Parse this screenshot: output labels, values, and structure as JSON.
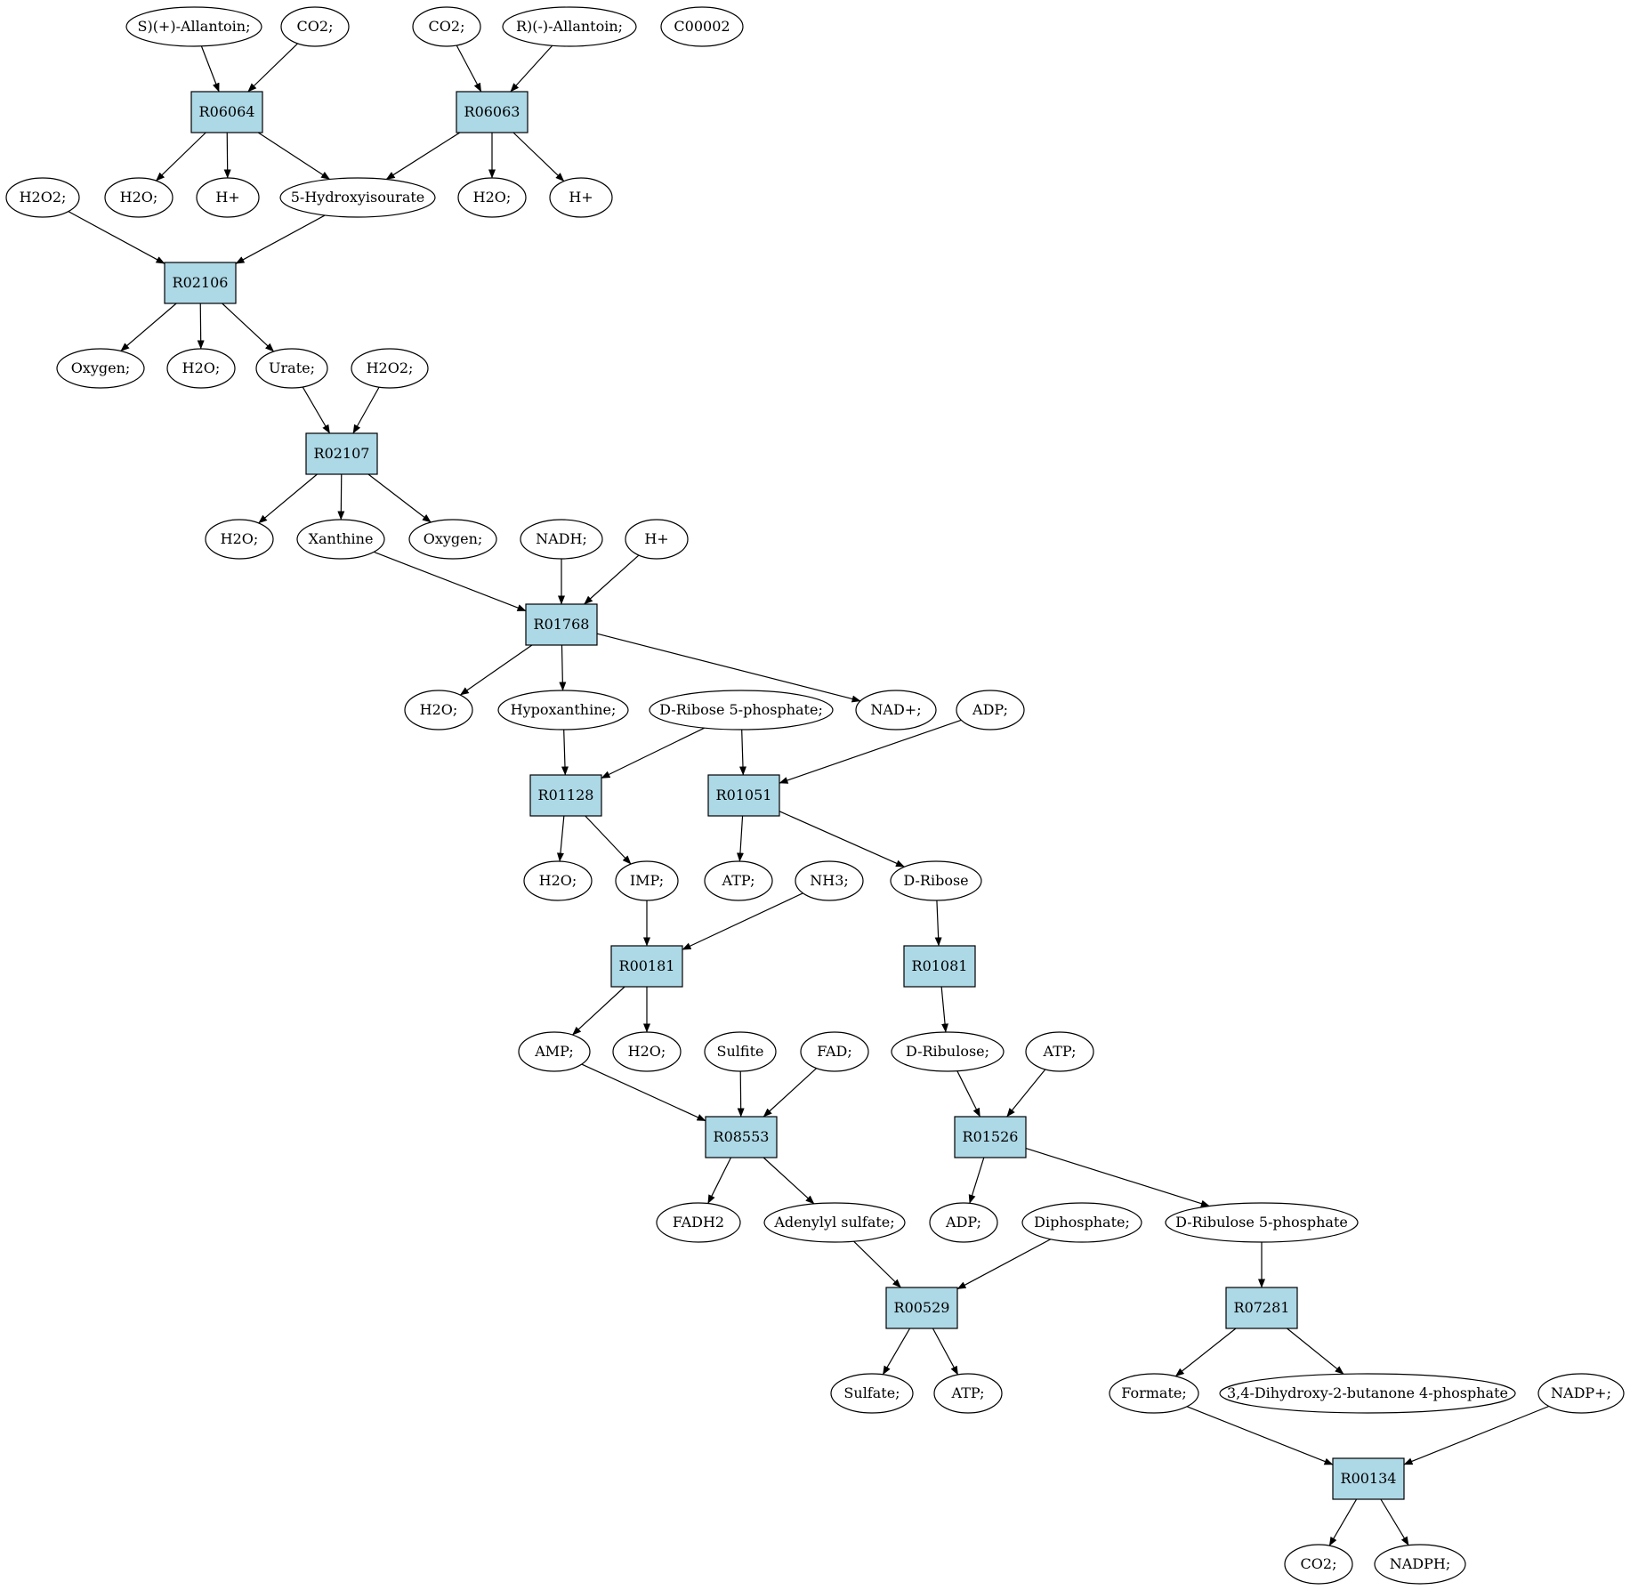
{
  "colors": {
    "reaction_fill": "#add8e6",
    "compound_fill": "#ffffff",
    "highlight_green": "#00ee00",
    "highlight_yellow": "#ffff00",
    "stroke": "#000000"
  },
  "nodes": {
    "c_s_allantoin": {
      "label": "S)(+)-Allantoin;",
      "kind": "compound"
    },
    "c_co2_a": {
      "label": "CO2;",
      "kind": "compound"
    },
    "c_co2_b": {
      "label": "CO2;",
      "kind": "compound"
    },
    "c_r_allantoin": {
      "label": "R)(-)-Allantoin;",
      "kind": "compound"
    },
    "c_c00002": {
      "label": "C00002",
      "kind": "compound",
      "fill": "highlight_yellow"
    },
    "r06064": {
      "label": "R06064",
      "kind": "reaction"
    },
    "r06063": {
      "label": "R06063",
      "kind": "reaction"
    },
    "c_h2o2_a": {
      "label": "H2O2;",
      "kind": "compound"
    },
    "c_h2o_a": {
      "label": "H2O;",
      "kind": "compound"
    },
    "c_hplus_a": {
      "label": "H+",
      "kind": "compound"
    },
    "c_hydroxyisourate": {
      "label": "5-Hydroxyisourate",
      "kind": "compound"
    },
    "c_h2o_b": {
      "label": "H2O;",
      "kind": "compound"
    },
    "c_hplus_b": {
      "label": "H+",
      "kind": "compound"
    },
    "r02106": {
      "label": "R02106",
      "kind": "reaction"
    },
    "c_oxygen_a": {
      "label": "Oxygen;",
      "kind": "compound"
    },
    "c_h2o_c": {
      "label": "H2O;",
      "kind": "compound"
    },
    "c_urate": {
      "label": "Urate;",
      "kind": "compound"
    },
    "c_h2o2_b": {
      "label": "H2O2;",
      "kind": "compound"
    },
    "r02107": {
      "label": "R02107",
      "kind": "reaction"
    },
    "c_h2o_d": {
      "label": "H2O;",
      "kind": "compound"
    },
    "c_xanthine": {
      "label": "Xanthine",
      "kind": "compound"
    },
    "c_oxygen_b": {
      "label": "Oxygen;",
      "kind": "compound"
    },
    "c_nadh": {
      "label": "NADH;",
      "kind": "compound"
    },
    "c_hplus_c": {
      "label": "H+",
      "kind": "compound"
    },
    "r01768": {
      "label": "R01768",
      "kind": "reaction"
    },
    "c_h2o_e": {
      "label": "H2O;",
      "kind": "compound"
    },
    "c_hypoxanthine": {
      "label": "Hypoxanthine;",
      "kind": "compound"
    },
    "c_ribose5p": {
      "label": "D-Ribose 5-phosphate;",
      "kind": "compound",
      "fill": "highlight_green"
    },
    "c_nadplus": {
      "label": "NAD+;",
      "kind": "compound"
    },
    "c_adp_a": {
      "label": "ADP;",
      "kind": "compound"
    },
    "r01128": {
      "label": "R01128",
      "kind": "reaction"
    },
    "r01051": {
      "label": "R01051",
      "kind": "reaction"
    },
    "c_h2o_f": {
      "label": "H2O;",
      "kind": "compound"
    },
    "c_imp": {
      "label": "IMP;",
      "kind": "compound"
    },
    "c_atp_a": {
      "label": "ATP;",
      "kind": "compound"
    },
    "c_nh3": {
      "label": "NH3;",
      "kind": "compound"
    },
    "c_dribose": {
      "label": "D-Ribose",
      "kind": "compound"
    },
    "r00181": {
      "label": "R00181",
      "kind": "reaction"
    },
    "r01081": {
      "label": "R01081",
      "kind": "reaction"
    },
    "c_amp": {
      "label": "AMP;",
      "kind": "compound"
    },
    "c_h2o_g": {
      "label": "H2O;",
      "kind": "compound"
    },
    "c_sulfite": {
      "label": "Sulfite",
      "kind": "compound"
    },
    "c_fad": {
      "label": "FAD;",
      "kind": "compound"
    },
    "c_dribulose": {
      "label": "D-Ribulose;",
      "kind": "compound"
    },
    "c_atp_b": {
      "label": "ATP;",
      "kind": "compound"
    },
    "r08553": {
      "label": "R08553",
      "kind": "reaction"
    },
    "r01526": {
      "label": "R01526",
      "kind": "reaction"
    },
    "c_fadh2": {
      "label": "FADH2",
      "kind": "compound"
    },
    "c_adenylyl": {
      "label": "Adenylyl sulfate;",
      "kind": "compound"
    },
    "c_adp_b": {
      "label": "ADP;",
      "kind": "compound"
    },
    "c_diphosphate": {
      "label": "Diphosphate;",
      "kind": "compound"
    },
    "c_ribulose5p": {
      "label": "D-Ribulose 5-phosphate",
      "kind": "compound"
    },
    "r00529": {
      "label": "R00529",
      "kind": "reaction"
    },
    "r07281": {
      "label": "R07281",
      "kind": "reaction"
    },
    "c_sulfate": {
      "label": "Sulfate;",
      "kind": "compound"
    },
    "c_atp_c": {
      "label": "ATP;",
      "kind": "compound"
    },
    "c_formate": {
      "label": "Formate;",
      "kind": "compound"
    },
    "c_dhbp": {
      "label": "3,4-Dihydroxy-2-butanone 4-phosphate",
      "kind": "compound"
    },
    "c_nadpplus": {
      "label": "NADP+;",
      "kind": "compound"
    },
    "r00134": {
      "label": "R00134",
      "kind": "reaction"
    },
    "c_co2_c": {
      "label": "CO2;",
      "kind": "compound"
    },
    "c_nadph": {
      "label": "NADPH;",
      "kind": "compound"
    }
  },
  "edges": [
    [
      "c_s_allantoin",
      "r06064"
    ],
    [
      "c_co2_a",
      "r06064"
    ],
    [
      "c_co2_b",
      "r06063"
    ],
    [
      "c_r_allantoin",
      "r06063"
    ],
    [
      "r06064",
      "c_h2o_a"
    ],
    [
      "r06064",
      "c_hplus_a"
    ],
    [
      "r06064",
      "c_hydroxyisourate"
    ],
    [
      "r06063",
      "c_hydroxyisourate"
    ],
    [
      "r06063",
      "c_h2o_b"
    ],
    [
      "r06063",
      "c_hplus_b"
    ],
    [
      "c_h2o2_a",
      "r02106"
    ],
    [
      "c_hydroxyisourate",
      "r02106"
    ],
    [
      "r02106",
      "c_oxygen_a"
    ],
    [
      "r02106",
      "c_h2o_c"
    ],
    [
      "r02106",
      "c_urate"
    ],
    [
      "c_urate",
      "r02107"
    ],
    [
      "c_h2o2_b",
      "r02107"
    ],
    [
      "r02107",
      "c_h2o_d"
    ],
    [
      "r02107",
      "c_xanthine"
    ],
    [
      "r02107",
      "c_oxygen_b"
    ],
    [
      "c_xanthine",
      "r01768"
    ],
    [
      "c_nadh",
      "r01768"
    ],
    [
      "c_hplus_c",
      "r01768"
    ],
    [
      "r01768",
      "c_h2o_e"
    ],
    [
      "r01768",
      "c_hypoxanthine"
    ],
    [
      "r01768",
      "c_nadplus"
    ],
    [
      "c_hypoxanthine",
      "r01128"
    ],
    [
      "c_ribose5p",
      "r01128"
    ],
    [
      "c_ribose5p",
      "r01051"
    ],
    [
      "c_adp_a",
      "r01051"
    ],
    [
      "r01128",
      "c_h2o_f"
    ],
    [
      "r01128",
      "c_imp"
    ],
    [
      "r01051",
      "c_atp_a"
    ],
    [
      "r01051",
      "c_dribose"
    ],
    [
      "c_imp",
      "r00181"
    ],
    [
      "c_nh3",
      "r00181"
    ],
    [
      "c_dribose",
      "r01081"
    ],
    [
      "r00181",
      "c_amp"
    ],
    [
      "r00181",
      "c_h2o_g"
    ],
    [
      "r01081",
      "c_dribulose"
    ],
    [
      "c_amp",
      "r08553"
    ],
    [
      "c_sulfite",
      "r08553"
    ],
    [
      "c_fad",
      "r08553"
    ],
    [
      "c_dribulose",
      "r01526"
    ],
    [
      "c_atp_b",
      "r01526"
    ],
    [
      "r08553",
      "c_fadh2"
    ],
    [
      "r08553",
      "c_adenylyl"
    ],
    [
      "r01526",
      "c_adp_b"
    ],
    [
      "r01526",
      "c_ribulose5p"
    ],
    [
      "c_adenylyl",
      "r00529"
    ],
    [
      "c_diphosphate",
      "r00529"
    ],
    [
      "c_ribulose5p",
      "r07281"
    ],
    [
      "r00529",
      "c_sulfate"
    ],
    [
      "r00529",
      "c_atp_c"
    ],
    [
      "r07281",
      "c_formate"
    ],
    [
      "r07281",
      "c_dhbp"
    ],
    [
      "c_formate",
      "r00134"
    ],
    [
      "c_nadpplus",
      "r00134"
    ],
    [
      "r00134",
      "c_co2_c"
    ],
    [
      "r00134",
      "c_nadph"
    ]
  ]
}
